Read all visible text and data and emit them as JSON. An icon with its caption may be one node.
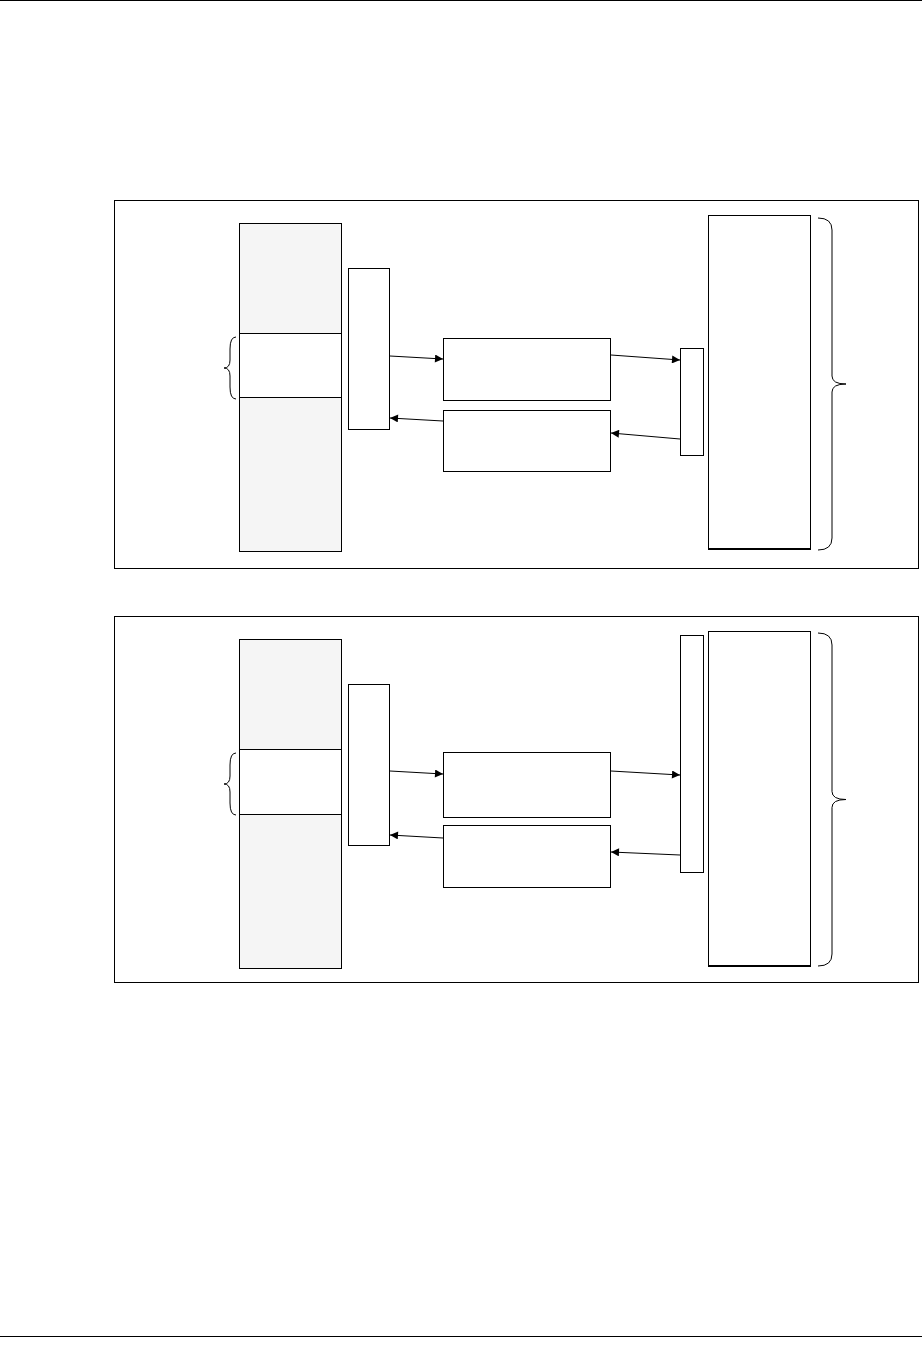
{
  "diagram": {
    "nodes": [
      {
        "text": [],
        "shape": "box"
      },
      {
        "text": [],
        "shape": "box",
        "in": 0
      },
      {
        "text": [],
        "shape": "box",
        "in": 0
      },
      {
        "text": [],
        "shape": "box",
        "in": 0
      },
      {
        "text": [],
        "shape": "box",
        "in": 0
      },
      {
        "text": [],
        "shape": "box",
        "in": 0
      },
      {
        "text": [],
        "shape": "box",
        "in": 0
      },
      {
        "text": [],
        "shape": "box",
        "in": 0
      },
      {
        "text": [],
        "shape": "box",
        "in": 0
      },
      {
        "text": [],
        "shape": "box"
      },
      {
        "text": [],
        "shape": "box",
        "in": 9
      },
      {
        "text": [],
        "shape": "box",
        "in": 9
      },
      {
        "text": [],
        "shape": "box",
        "in": 9
      },
      {
        "text": [],
        "shape": "box",
        "in": 9
      },
      {
        "text": [],
        "shape": "box",
        "in": 9
      },
      {
        "text": [],
        "shape": "box",
        "in": 9
      },
      {
        "text": [],
        "shape": "box",
        "in": 9
      },
      {
        "text": [],
        "shape": "box",
        "in": 9
      }
    ],
    "edges": [
      {
        "from": 4,
        "to": 5,
        "arrow": "to"
      },
      {
        "from": 5,
        "to": 7,
        "arrow": "to"
      },
      {
        "from": 7,
        "to": 6,
        "arrow": "to"
      },
      {
        "from": 6,
        "to": 4,
        "arrow": "to"
      },
      {
        "from": 13,
        "to": 14,
        "arrow": "to"
      },
      {
        "from": 14,
        "to": 16,
        "arrow": "to"
      },
      {
        "from": 16,
        "to": 15,
        "arrow": "to"
      },
      {
        "from": 15,
        "to": 13,
        "arrow": "to"
      }
    ]
  }
}
